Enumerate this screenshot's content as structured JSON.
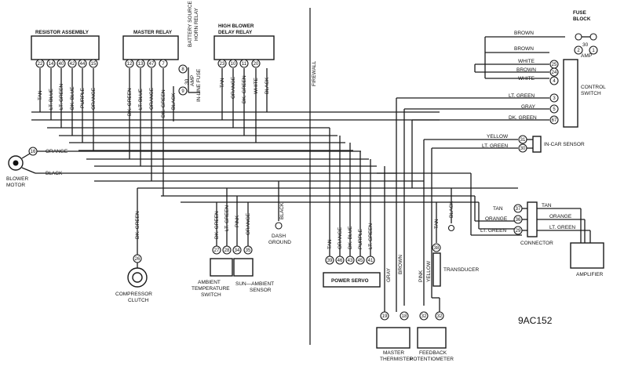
{
  "components": {
    "resistor_assembly": "RESISTOR ASSEMBLY",
    "master_relay": "MASTER RELAY",
    "high_blower_relay_l1": "HIGH BLOWER",
    "high_blower_relay_l2": "DELAY RELAY",
    "battery_source": "BATTERY SOURCE",
    "horn_relay": "HORN RELAY",
    "fuse_30amp_l1": "30",
    "fuse_30amp_l2": "AMP",
    "inline_fuse": "IN-LINE FUSE",
    "fuse_block_l1": "FUSE",
    "fuse_block_l2": "BLOCK",
    "fuse_block_amp_l1": "30",
    "fuse_block_amp_l2": "AMP",
    "firewall": "FIREWALL",
    "control_switch_l1": "CONTROL",
    "control_switch_l2": "SWITCH",
    "incar_sensor": "IN-CAR SENSOR",
    "blower_motor_l1": "BLOWER",
    "blower_motor_l2": "MOTOR",
    "dash_ground_l1": "DASH",
    "dash_ground_l2": "GROUND",
    "compressor_clutch_l1": "COMPRESSOR",
    "compressor_clutch_l2": "CLUTCH",
    "ambient_temp_l1": "AMBIENT",
    "ambient_temp_l2": "TEMPERATURE",
    "ambient_temp_l3": "SWITCH",
    "sun_ambient_l1": "SUN—AMBIENT",
    "sun_ambient_l2": "SENSOR",
    "power_servo": "POWER SERVO",
    "transducer": "TRANSDUCER",
    "connector": "CONNECTOR",
    "amplifier": "AMPLIFIER",
    "master_thermister_l1": "MASTER",
    "master_thermister_l2": "THERMISTER",
    "feedback_pot_l1": "FEEDBACK",
    "feedback_pot_l2": "POTENTIOMETER",
    "figure_id": "9AC152"
  },
  "pins": {
    "resistor": [
      "22",
      "14",
      "40",
      "42",
      "44",
      "15"
    ],
    "master_relay": [
      "12",
      "13",
      "47",
      "7"
    ],
    "high_blower": [
      "23",
      "10",
      "11",
      "20"
    ],
    "horn_relay": [
      "8"
    ],
    "inline_fuse": [
      "9"
    ],
    "fuse_block": [
      "2",
      "1"
    ],
    "control_switch": [
      "25",
      "24",
      "4",
      "3",
      "5",
      "67"
    ],
    "incar_sensor": [
      "31",
      "30"
    ],
    "blower_motor": [
      "16"
    ],
    "compressor": [
      "26"
    ],
    "ambient": [
      "27",
      "28",
      "34",
      "35"
    ],
    "power_servo": [
      "39",
      "46",
      "43",
      "45",
      "41"
    ],
    "transducer": [
      "38"
    ],
    "connector": [
      "37",
      "36",
      "29"
    ],
    "master_thermister": [
      "19",
      "18"
    ],
    "feedback_pot": [
      "32",
      "32"
    ]
  },
  "wires": {
    "resistor": [
      "TAN",
      "LT. BLUE",
      "LT. GREEN",
      "DK. BLUE",
      "PURPLE",
      "ORANGE"
    ],
    "master_relay": [
      "DK. GREEN",
      "LT. BLUE",
      "ORANGE",
      "DK. GREEN"
    ],
    "master_black": "BLACK",
    "high_blower": [
      "TAN",
      "ORANGE",
      "DK. GREEN",
      "WHITE"
    ],
    "high_blower_black": "BLACK",
    "fuse_block": [
      "BROWN",
      "BROWN"
    ],
    "control_switch": [
      "WHITE",
      "BROWN",
      "WHITE",
      "LT. GREEN",
      "GRAY",
      "DK. GREEN"
    ],
    "incar_sensor": [
      "YELLOW",
      "LT. GREEN"
    ],
    "blower_motor": [
      "ORANGE",
      "BLACK"
    ],
    "compressor": "DK. GREEN",
    "ambient": [
      "DK. GREEN",
      "LT. GREEN",
      "PINK",
      "ORANGE"
    ],
    "dash_ground": "BLACK",
    "power_servo": [
      "TAN",
      "ORANGE",
      "DK. BLUE",
      "PURPLE",
      "LT. GREEN"
    ],
    "thermister": [
      "GRAY",
      "BROWN"
    ],
    "feedback": [
      "PINK",
      "YELLOW"
    ],
    "transducer": [
      "TAN",
      "BLACK"
    ],
    "connector_left": [
      "TAN",
      "ORANGE",
      "LT. GREEN"
    ],
    "connector_right": [
      "TAN",
      "ORANGE",
      "LT. GREEN"
    ]
  }
}
